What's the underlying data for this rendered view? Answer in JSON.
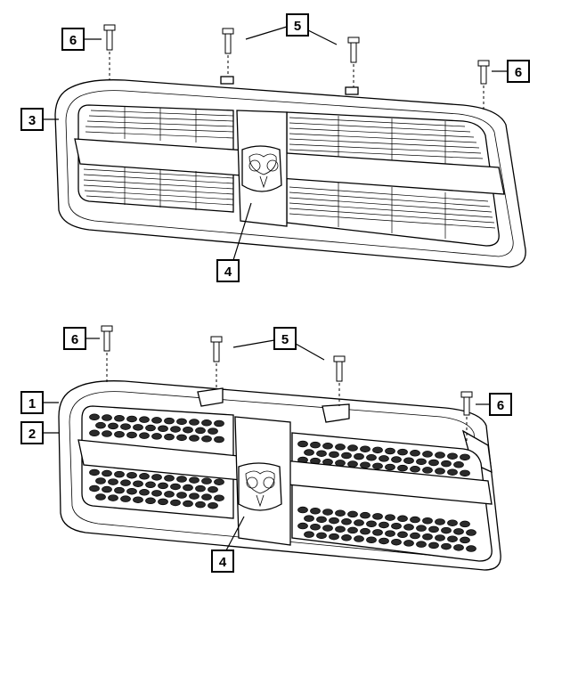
{
  "callouts": {
    "top": {
      "grille_shell": "3",
      "insert": "4",
      "screws_center": "5",
      "screws_outer_left": "6",
      "screws_outer_right": "6"
    },
    "bottom": {
      "grille_assembly": "1",
      "grille_shell": "2",
      "insert": "4",
      "screws_center": "5",
      "screws_outer_left": "6",
      "screws_outer_right": "6"
    }
  },
  "colors": {
    "line": "#000000",
    "background": "#ffffff",
    "mesh_fill": "#2a2a2a"
  }
}
